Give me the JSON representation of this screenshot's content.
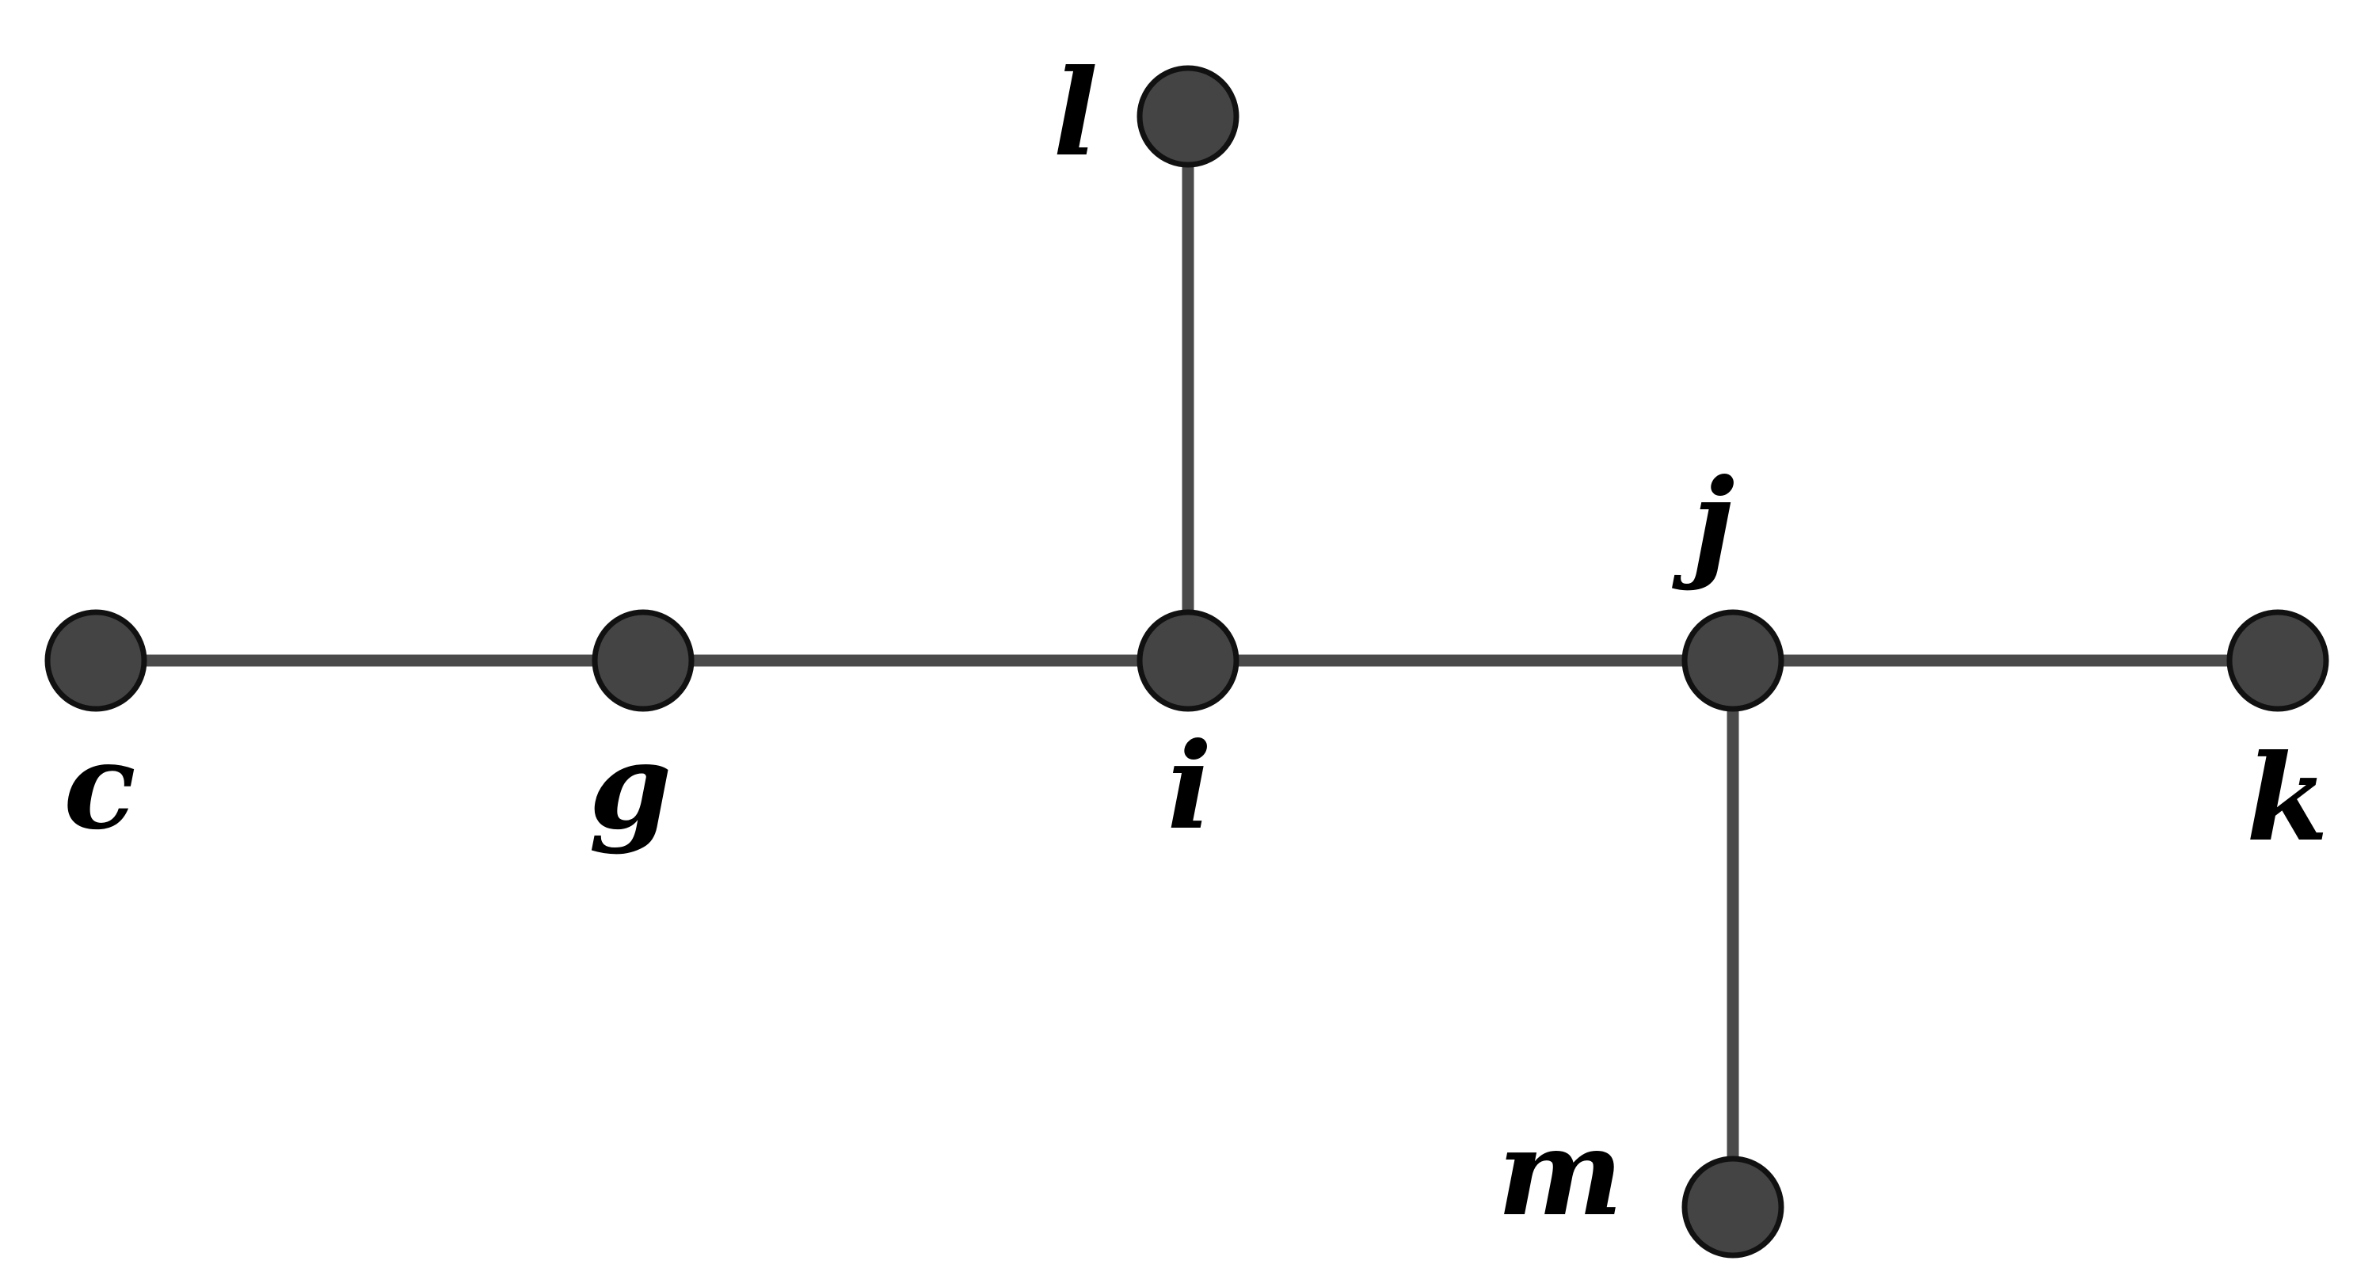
{
  "graph": {
    "nodes": [
      {
        "id": "c",
        "label": "c"
      },
      {
        "id": "g",
        "label": "g"
      },
      {
        "id": "i",
        "label": "i"
      },
      {
        "id": "j",
        "label": "j"
      },
      {
        "id": "k",
        "label": "k"
      },
      {
        "id": "l",
        "label": "l"
      },
      {
        "id": "m",
        "label": "m"
      }
    ],
    "edges": [
      {
        "from": "c",
        "to": "g"
      },
      {
        "from": "g",
        "to": "i"
      },
      {
        "from": "i",
        "to": "j"
      },
      {
        "from": "j",
        "to": "k"
      },
      {
        "from": "i",
        "to": "l"
      },
      {
        "from": "j",
        "to": "m"
      }
    ]
  },
  "style": {
    "node_fill": "#444444",
    "node_stroke": "#111111",
    "edge_color": "#4a4a4a",
    "label_color": "#000000",
    "background": "#ffffff"
  }
}
